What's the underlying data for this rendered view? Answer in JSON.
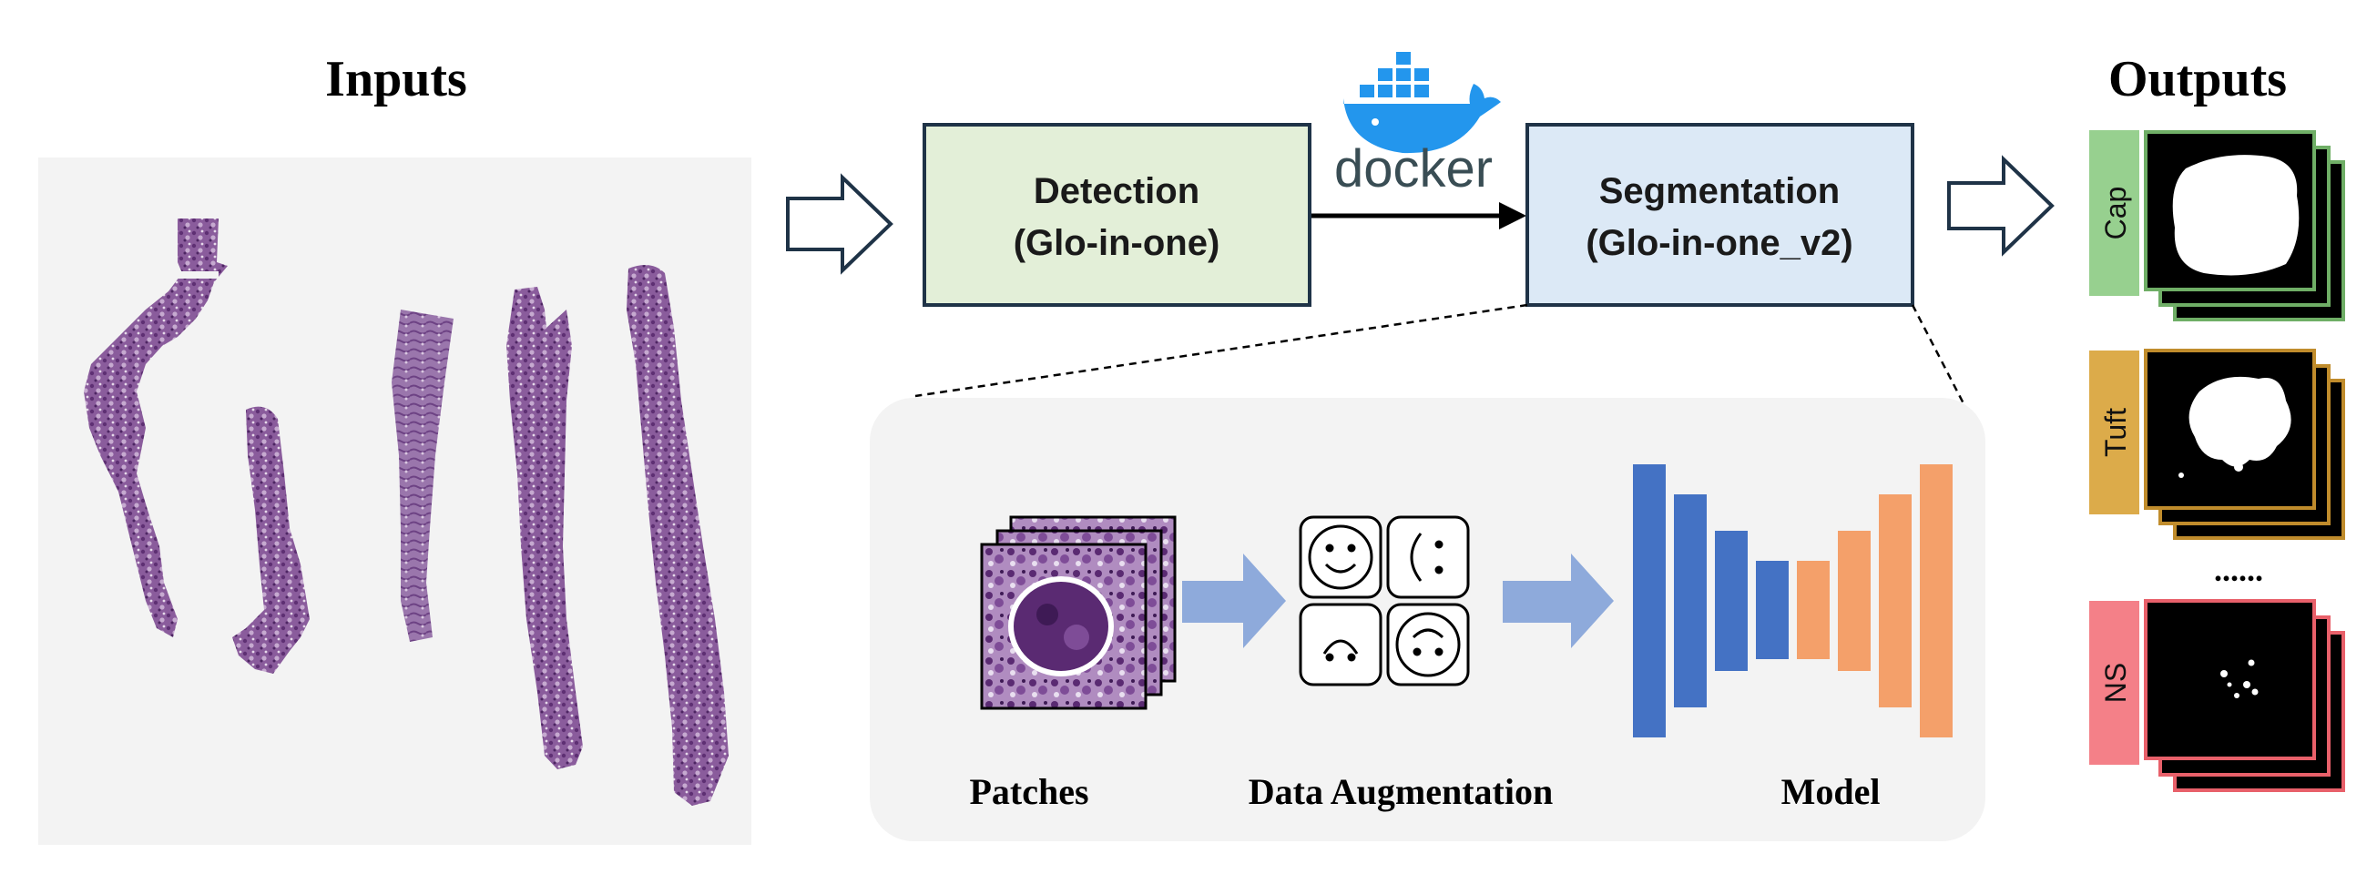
{
  "inputs": {
    "title": "Inputs"
  },
  "outputs": {
    "title": "Outputs",
    "classes": [
      {
        "label": "Cap",
        "color": "#97d08f",
        "border": "#6fae66"
      },
      {
        "label": "Tuft",
        "color": "#dcab4a",
        "border": "#c08c2c"
      },
      {
        "label": "NS",
        "color": "#f48088",
        "border": "#e8606a"
      }
    ],
    "ellipsis": "......"
  },
  "pipeline": {
    "detection": {
      "line1": "Detection",
      "line2": "(Glo-in-one)",
      "fill": "#e3efd8"
    },
    "segmentation": {
      "line1": "Segmentation",
      "line2": "(Glo-in-one_v2)",
      "fill": "#dce9f6"
    },
    "docker_label": "docker",
    "box_border": "#1f3347"
  },
  "detail": {
    "patches_label": "Patches",
    "augmentation_label": "Data Augmentation",
    "model_label": "Model",
    "encoder_color": "#4472c4",
    "decoder_color": "#f4a06a",
    "arrow_color": "#8eaadb"
  },
  "colors": {
    "docker_blue": "#2396ed",
    "docker_text": "#394d54",
    "tissue": "#7b4b8f"
  }
}
